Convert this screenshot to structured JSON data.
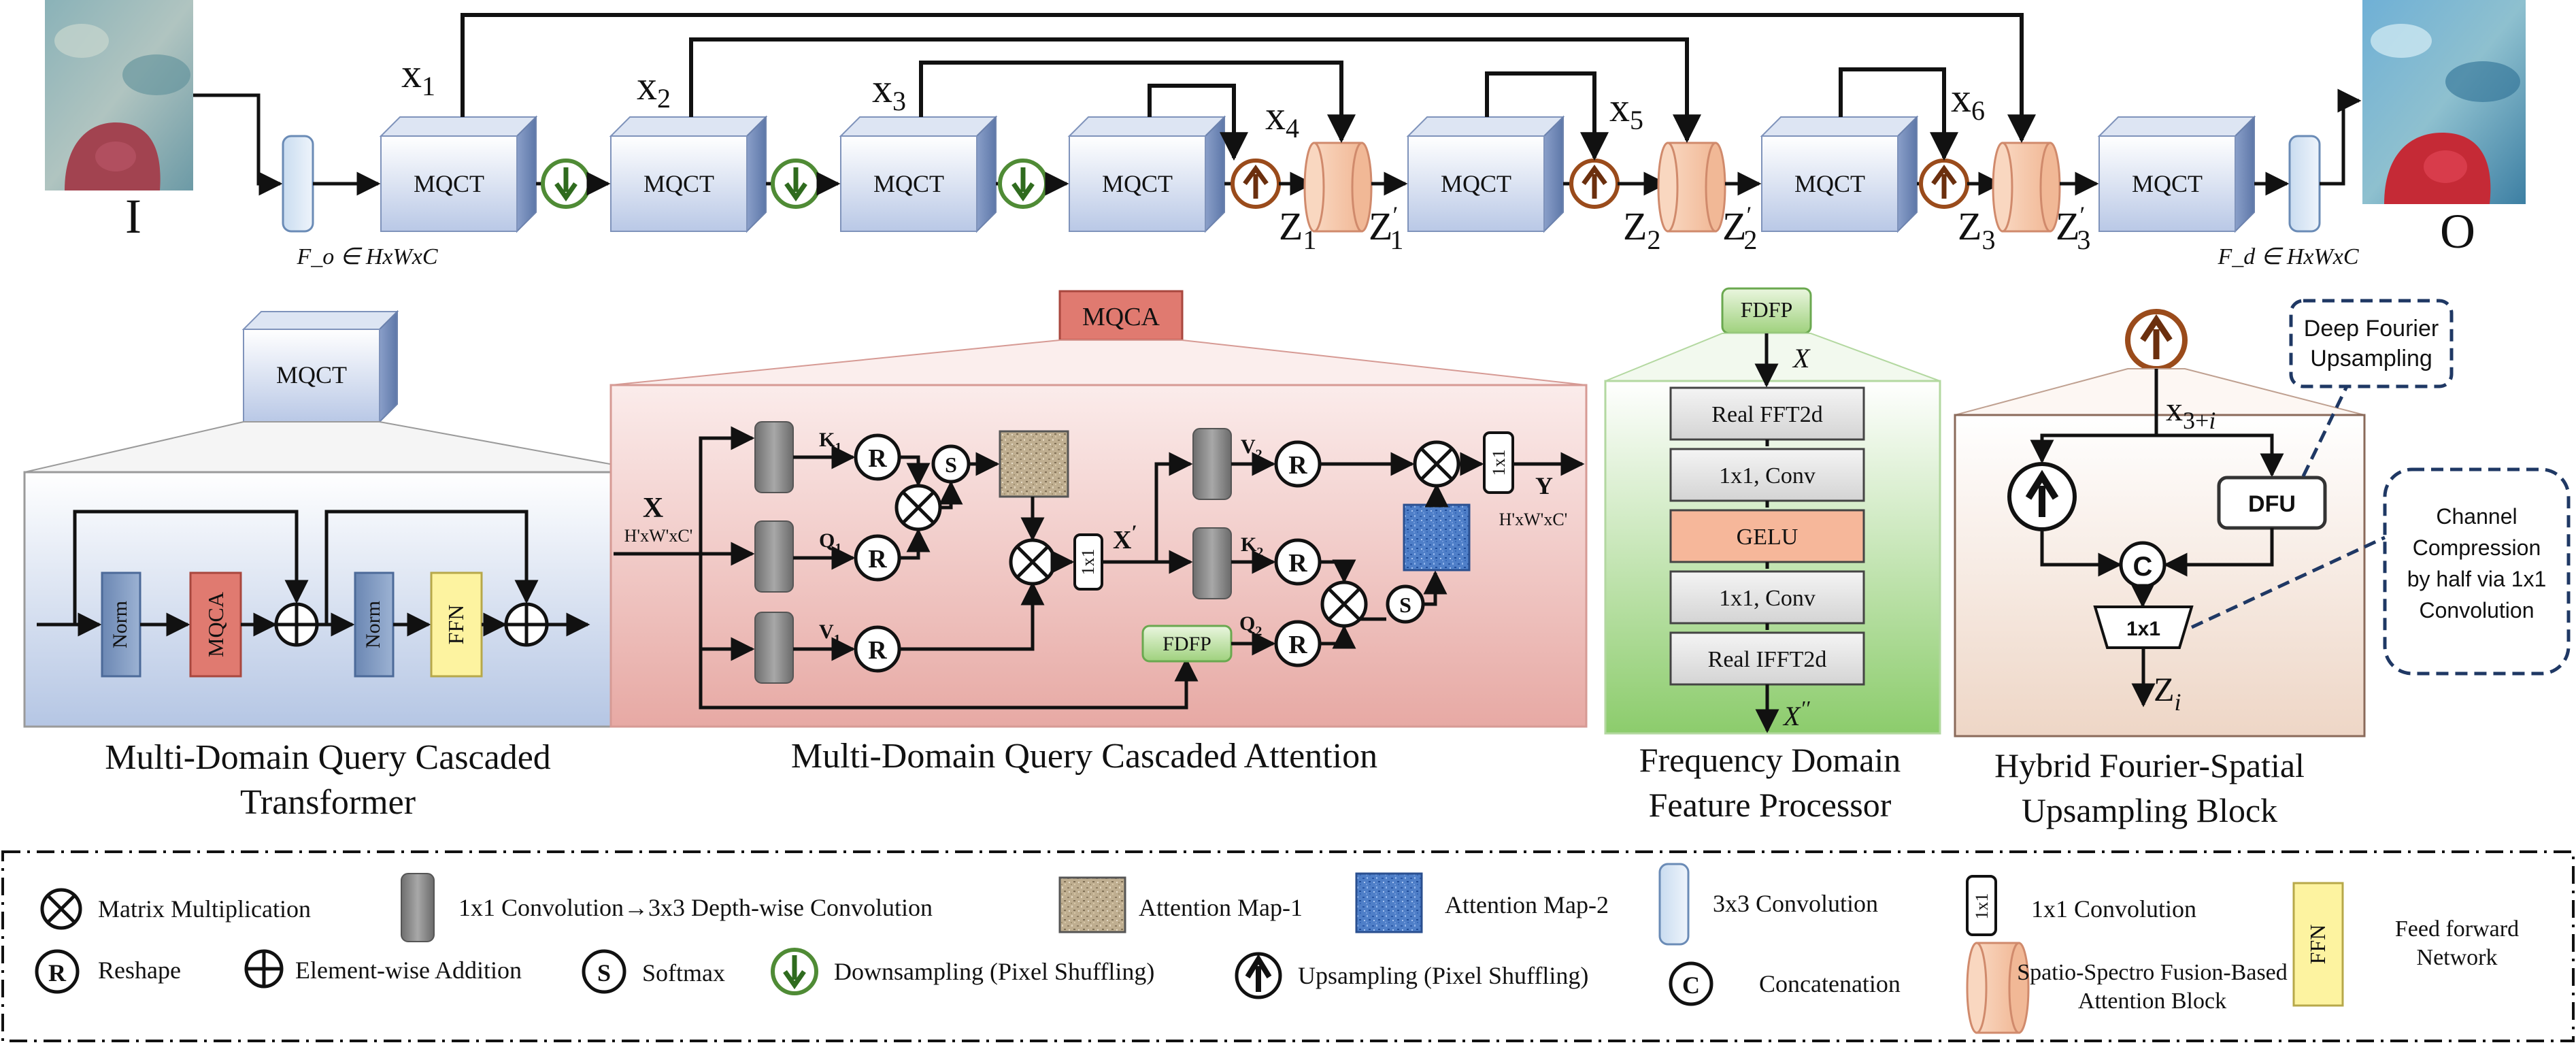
{
  "top": {
    "input_label": "I",
    "output_label": "O",
    "block_label": "MQCT",
    "fo_label": "F_o ∈ HxWxC",
    "fd_label": "F_d ∈ HxWxC",
    "x_labels": [
      "x1",
      "x2",
      "x3",
      "x4",
      "x5",
      "x6"
    ],
    "z_labels": [
      "Z1",
      "Z2",
      "Z3"
    ],
    "zp_labels": [
      "Z'1",
      "Z'2",
      "Z'3"
    ]
  },
  "mqct": {
    "head": "MQCT",
    "norm": "Norm",
    "mqca": "MQCA",
    "ffn": "FFN",
    "caption_line1": "Multi-Domain Query Cascaded",
    "caption_line2": "Transformer"
  },
  "mqca": {
    "head": "MQCA",
    "input": "X",
    "input_dims": "H'xW'xC'",
    "output": "Y",
    "output_dims": "H'xW'xC'",
    "k1": "K1",
    "q1": "Q1",
    "v1": "V1",
    "v2": "V2",
    "k2": "K2",
    "q2": "Q2",
    "xprime": "X'",
    "conv1x1": "1x1",
    "fdfp": "FDFP",
    "reshape": "R",
    "softmax": "S",
    "caption": "Multi-Domain Query Cascaded Attention"
  },
  "fdfp": {
    "head": "FDFP",
    "input": "X",
    "steps": [
      "Real FFT2d",
      "1x1, Conv",
      "GELU",
      "1x1, Conv",
      "Real IFFT2d"
    ],
    "output": "X''",
    "caption_line1": "Frequency Domain",
    "caption_line2": "Feature Processor"
  },
  "hfsu": {
    "input": "x3+i",
    "dfu": "DFU",
    "concat": "C",
    "conv": "1x1",
    "output": "Zi",
    "callout1_line1": "Deep Fourier",
    "callout1_line2": "Upsampling",
    "callout2_lines": [
      "Channel",
      "Compression",
      "by half via 1x1",
      "Convolution"
    ],
    "caption_line1": "Hybrid Fourier-Spatial",
    "caption_line2": "Upsampling Block"
  },
  "legend": {
    "matmul": "Matrix Multiplication",
    "conv_dw": "1x1 Convolution→3x3 Depth-wise Convolution",
    "attn1": "Attention Map-1",
    "attn2": "Attention Map-2",
    "conv3x3": "3x3 Convolution",
    "conv1x1": "1x1 Convolution",
    "ffn_line1": "Feed forward",
    "ffn_line2": "Network",
    "reshape": "Reshape",
    "addition": "Element-wise Addition",
    "softmax": "Softmax",
    "downsampling": "Downsampling (Pixel Shuffling)",
    "upsampling": "Upsampling (Pixel Shuffling)",
    "concat": "Concatenation",
    "ssfab_line1": "Spatio-Spectro Fusion-Based",
    "ssfab_line2": "Attention Block",
    "sym_r": "R",
    "sym_s": "S",
    "sym_c": "C",
    "sym_conv": "1x1",
    "sym_ffn": "FFN"
  },
  "colors": {
    "cube_front_top": "#ffffff",
    "cube_front_bottom": "#b9c8e6",
    "down_green": "#4f8b35",
    "up_brown": "#9a4b1b",
    "ssfab_peach": "#f6c6a6",
    "mqca_red": "#e07a70",
    "fdfp_green": "#a6d38a",
    "norm_blue": "#7d97be",
    "ffn_yellow": "#fdf3a0",
    "dfu_border": "#333333",
    "legend_border": "#111111"
  }
}
